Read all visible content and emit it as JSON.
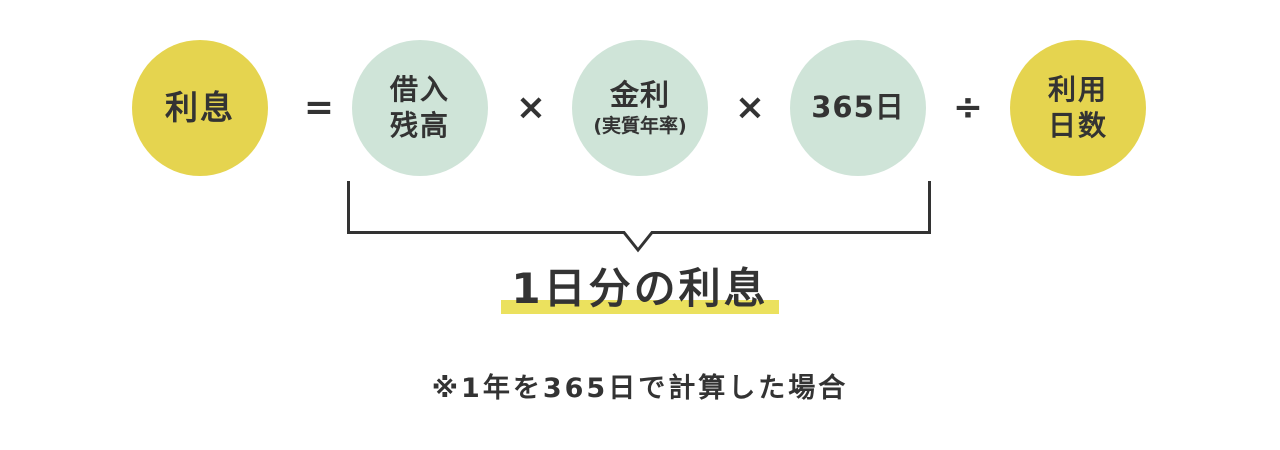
{
  "colors": {
    "bg": "#ffffff",
    "yellow": "#e5d44f",
    "green": "#cfe4d8",
    "highlight": "#ebe15e",
    "ink": "#333333"
  },
  "formula": {
    "result": {
      "label": "利息"
    },
    "equals": "=",
    "multiply": "×",
    "divide": "÷",
    "terms": {
      "loan_balance": {
        "line1": "借入",
        "line2": "残高"
      },
      "interest_rate": {
        "line1": "金利",
        "line2": "(実質年率)"
      },
      "days_365": {
        "label": "365日"
      },
      "usage_days": {
        "line1": "利用",
        "line2": "日数"
      }
    }
  },
  "bracket": {
    "label": "1日分の利息"
  },
  "footnote": "※1年を365日で計算した場合"
}
